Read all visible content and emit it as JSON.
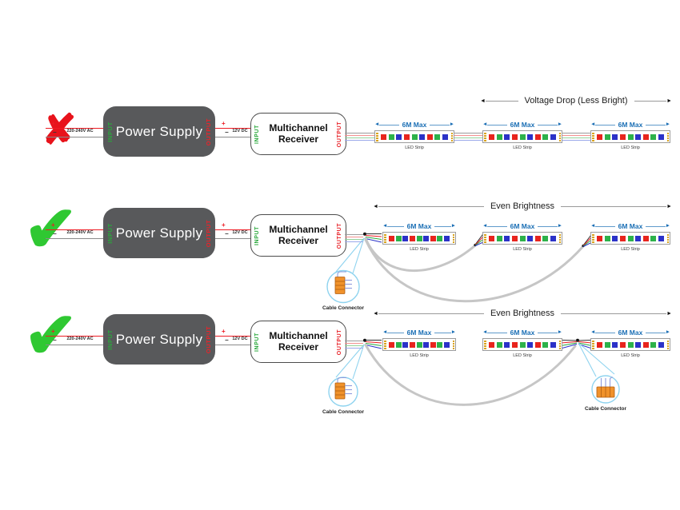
{
  "diagram": {
    "labels": {
      "power_supply": "Power Supply",
      "receiver_line1": "Multichannel",
      "receiver_line2": "Receiver",
      "input": "INPUT",
      "output": "OUTPUT",
      "ac_voltage": "220-240V AC",
      "dc_voltage": "12V DC",
      "plus": "+",
      "minus": "−",
      "strip_length": "6M Max",
      "led_strip": "LED Strip",
      "cable_connector": "Cable Connector",
      "arrow_left": "◄",
      "arrow_right": "►",
      "cross": "✘",
      "check": "✔"
    },
    "rows": [
      {
        "verdict": "incorrect",
        "header": "Voltage Drop (Less Bright)"
      },
      {
        "verdict": "correct",
        "header": "Even Brightness"
      },
      {
        "verdict": "correct",
        "header": "Even Brightness"
      }
    ],
    "led_colors": [
      "#e8241d",
      "#2db24a",
      "#2b32c8"
    ],
    "leds_per_strip": 9,
    "ribbon_colors": [
      "#9b9b9b",
      "#f2918f",
      "#94d29a",
      "#9ba9ea"
    ],
    "colors": {
      "wrong_red": "#e8131b",
      "correct_green": "#2fc832",
      "input_green": "#2aa83c",
      "output_red": "#e8242a",
      "dim_blue": "#1b6fb5",
      "ps_gray": "#58595b",
      "cable_gray": "#c6c6c6",
      "callout_blue": "#8ed3ef",
      "connector_orange": "#f0922b",
      "wire_red": "#ed1c24",
      "wire_gray": "#8a8a8a"
    }
  }
}
